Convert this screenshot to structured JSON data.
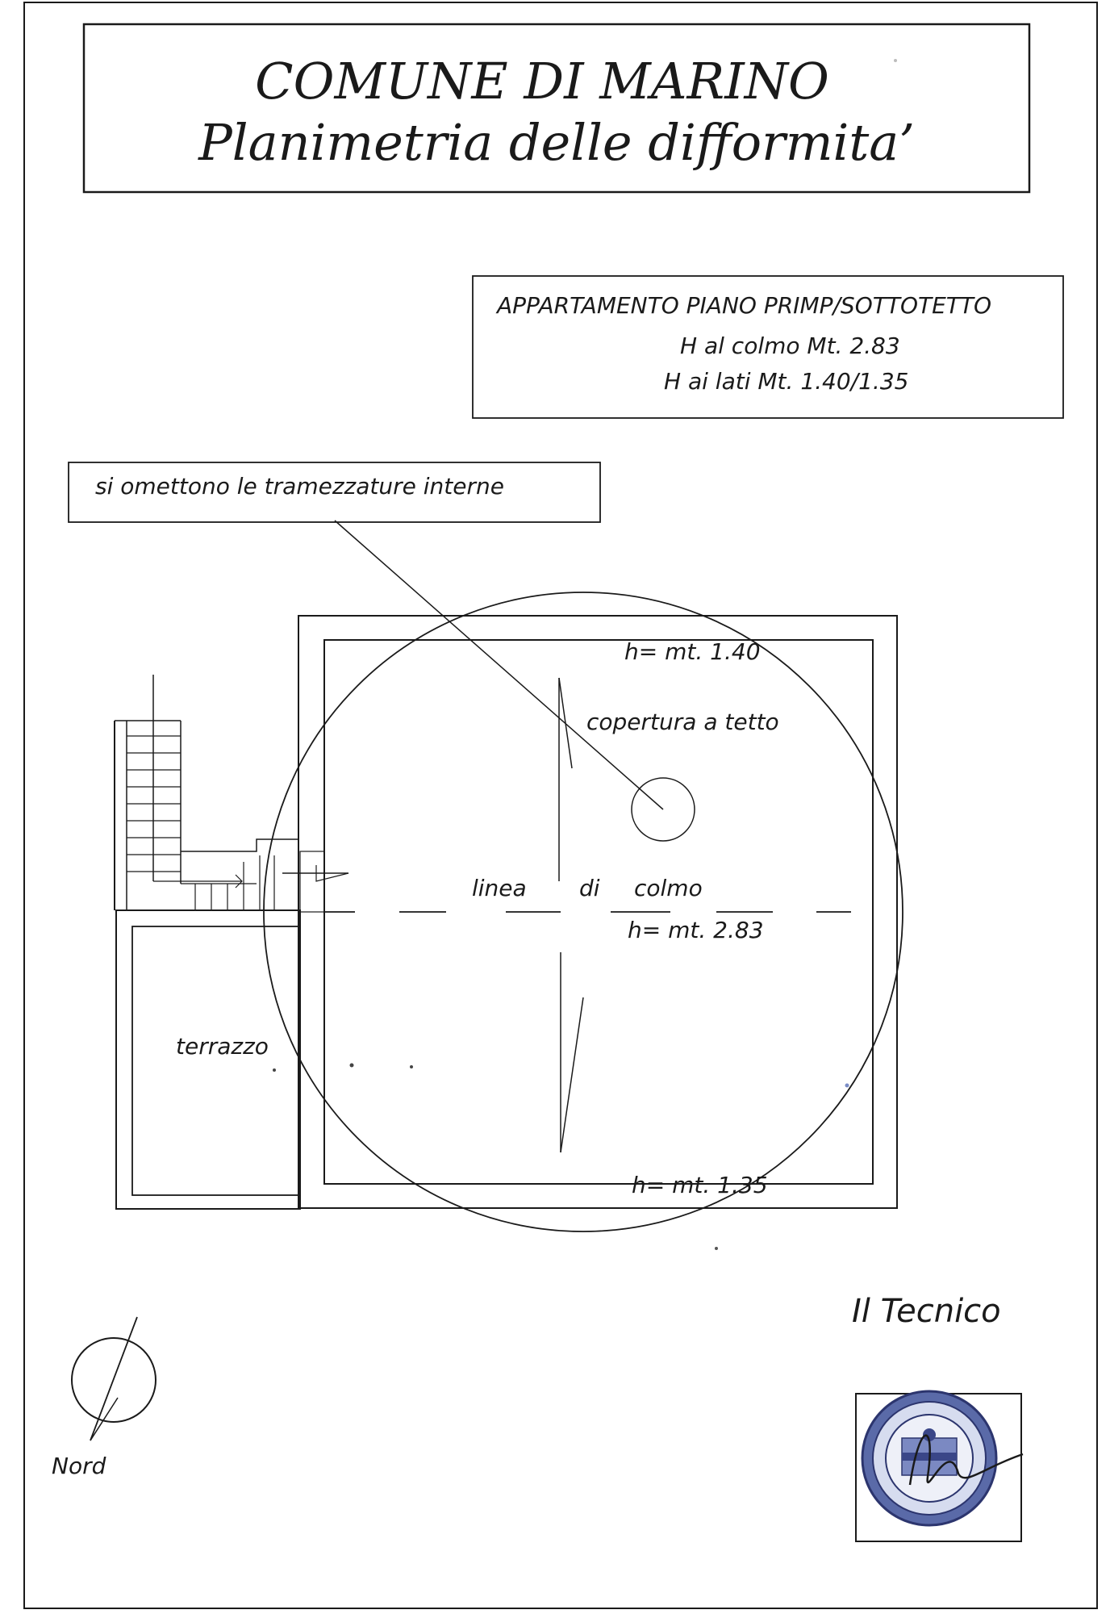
{
  "title": {
    "line1": "COMUNE DI MARINO",
    "line2": "Planimetria delle difformita’"
  },
  "info_box": {
    "line1": "APPARTAMENTO PIANO PRIMP/SOTTOTETTO",
    "line2": "H al colmo Mt. 2.83",
    "line3": "H ai lati Mt. 1.40/1.35"
  },
  "note": "si omettono le tramezzature interne",
  "plan": {
    "height_top": "h= mt. 1.40",
    "roof_label": "copertura a tetto",
    "ridge_word1": "linea",
    "ridge_word2": "di",
    "ridge_word3": "colmo",
    "height_ridge": "h= mt. 2.83",
    "height_bottom": "h= mt. 1.35",
    "terrace_label": "terrazzo"
  },
  "technician_label": "Il Tecnico",
  "north_label": "Nord",
  "stamp": {
    "icon": "professional-seal-icon"
  }
}
